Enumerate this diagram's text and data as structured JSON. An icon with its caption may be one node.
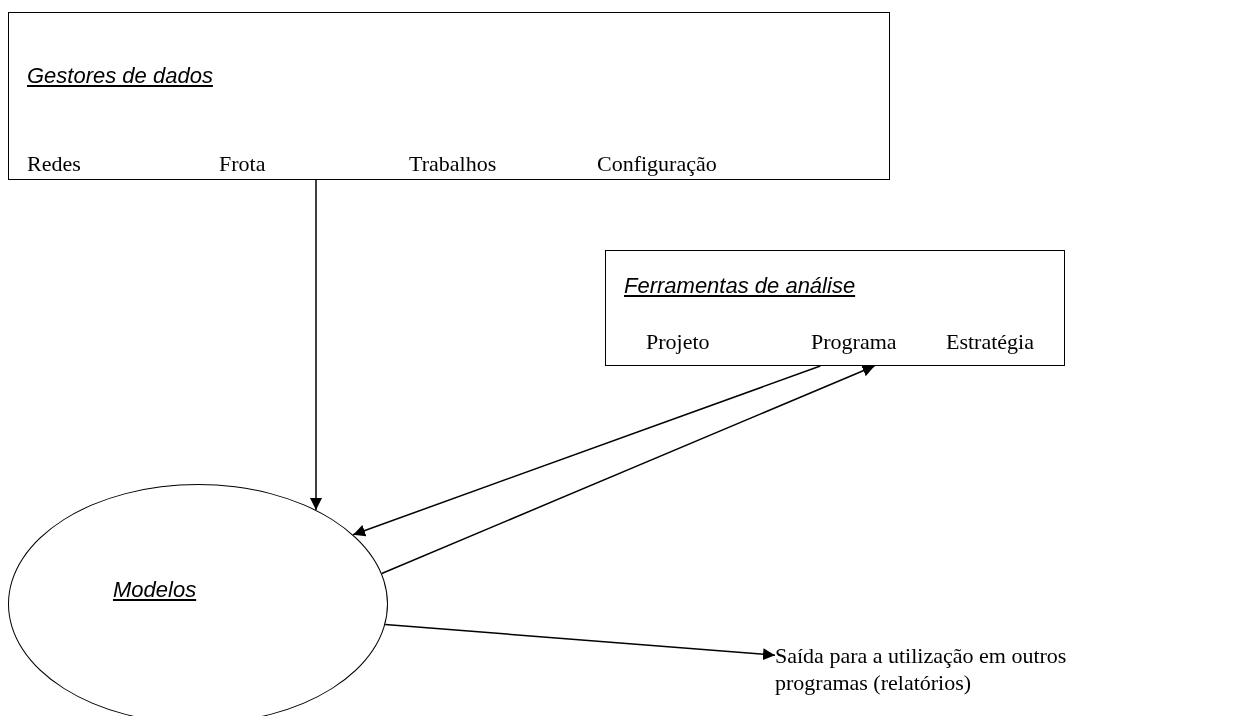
{
  "diagram": {
    "nodes": [
      {
        "text": [
          "Gestores de dados",
          "Redes",
          "Frota",
          "Trabalhos",
          "Configuração"
        ]
      },
      {
        "text": [
          "Ferramentas de análise",
          "Projeto",
          "Programa",
          "Estratégia"
        ]
      },
      {
        "text": [
          "Modelos"
        ]
      },
      {
        "text": [
          "Saída para a utilização em outros programas (relatórios)"
        ]
      }
    ],
    "edges": [
      {
        "from": 0,
        "to": 2,
        "arrow": "to"
      },
      {
        "from": 1,
        "to": 2,
        "arrow": "to"
      },
      {
        "from": 2,
        "to": 1,
        "arrow": "to"
      },
      {
        "from": 2,
        "to": 3,
        "arrow": "to"
      }
    ]
  }
}
